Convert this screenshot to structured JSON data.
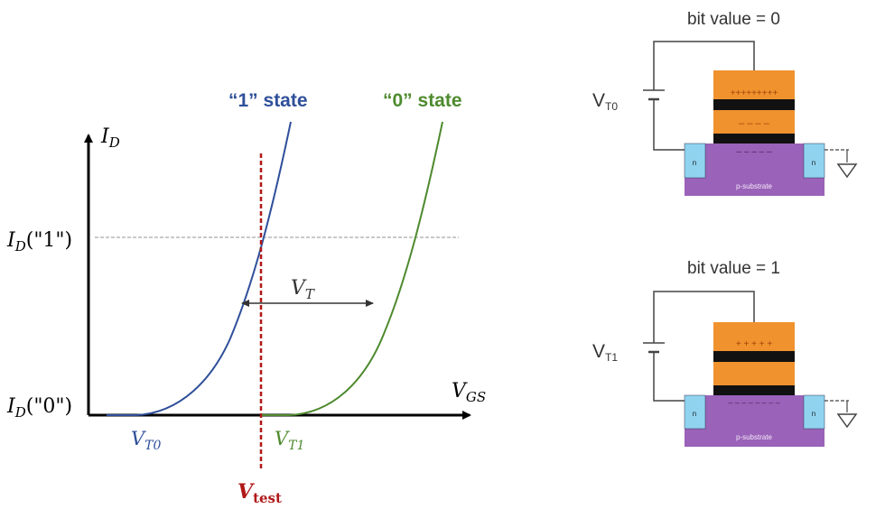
{
  "graph": {
    "y_axis_label": "I",
    "y_axis_sub": "D",
    "x_axis_label": "V",
    "x_axis_sub": "GS",
    "id1_main": "I",
    "id1_sub": "D",
    "id1_suffix": "(\"1\")",
    "id0_main": "I",
    "id0_sub": "D",
    "id0_suffix": "(\"0\")",
    "state1_label": "“1” state",
    "state0_label": "“0” state",
    "vt_main": "V",
    "vt_sub": "T",
    "vt0_main": "V",
    "vt0_sub": "T0",
    "vt1_main": "V",
    "vt1_sub": "T1",
    "vtest_main": "V",
    "vtest_sub": "test"
  },
  "cell0": {
    "title": "bit value = 0",
    "v_main": "V",
    "v_sub": "T0",
    "upper_charge": "+++++++++",
    "lower_charge": "– – – –",
    "channel_charge": "– – – – –",
    "n_left": "n",
    "n_right": "n",
    "substrate": "p-substrate"
  },
  "cell1": {
    "title": "bit value = 1",
    "v_main": "V",
    "v_sub": "T1",
    "upper_charge": "+ + + + +",
    "channel_charge": "– – – – – – – –",
    "n_left": "n",
    "n_right": "n",
    "substrate": "p-substrate"
  },
  "colors": {
    "state1": "#2f4f9a",
    "state0": "#4e8a2e",
    "vtest": "#b01818",
    "gate": "#f0922e",
    "substrate": "#9a62b8",
    "n_region": "#8fd3ef"
  }
}
